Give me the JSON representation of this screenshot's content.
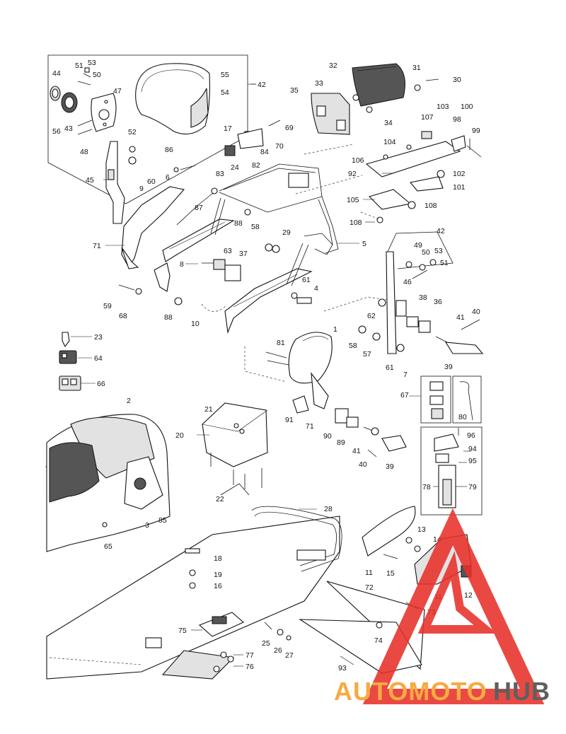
{
  "diagram": {
    "callouts": [
      {
        "id": "c42a",
        "text": "42"
      },
      {
        "id": "c44",
        "text": "44"
      },
      {
        "id": "c51a",
        "text": "51"
      },
      {
        "id": "c53a",
        "text": "53"
      },
      {
        "id": "c50a",
        "text": "50"
      },
      {
        "id": "c55",
        "text": "55"
      },
      {
        "id": "c54",
        "text": "54"
      },
      {
        "id": "c47",
        "text": "47"
      },
      {
        "id": "c56",
        "text": "56"
      },
      {
        "id": "c43",
        "text": "43"
      },
      {
        "id": "c48",
        "text": "48"
      },
      {
        "id": "c52",
        "text": "52"
      },
      {
        "id": "c45",
        "text": "45"
      },
      {
        "id": "c86",
        "text": "86"
      },
      {
        "id": "c6",
        "text": "6"
      },
      {
        "id": "c9",
        "text": "9"
      },
      {
        "id": "c60",
        "text": "60"
      },
      {
        "id": "c87",
        "text": "87"
      },
      {
        "id": "c71a",
        "text": "71"
      },
      {
        "id": "c17",
        "text": "17"
      },
      {
        "id": "c69",
        "text": "69"
      },
      {
        "id": "c70",
        "text": "70"
      },
      {
        "id": "c84",
        "text": "84"
      },
      {
        "id": "c24",
        "text": "24"
      },
      {
        "id": "c82",
        "text": "82"
      },
      {
        "id": "c83",
        "text": "83"
      },
      {
        "id": "c88a",
        "text": "88"
      },
      {
        "id": "c58a",
        "text": "58"
      },
      {
        "id": "c29",
        "text": "29"
      },
      {
        "id": "c5",
        "text": "5"
      },
      {
        "id": "c8",
        "text": "8"
      },
      {
        "id": "c63",
        "text": "63"
      },
      {
        "id": "c37",
        "text": "37"
      },
      {
        "id": "c59",
        "text": "59"
      },
      {
        "id": "c68",
        "text": "68"
      },
      {
        "id": "c88b",
        "text": "88"
      },
      {
        "id": "c10",
        "text": "10"
      },
      {
        "id": "c61a",
        "text": "61"
      },
      {
        "id": "c4",
        "text": "4"
      },
      {
        "id": "c32",
        "text": "32"
      },
      {
        "id": "c31",
        "text": "31"
      },
      {
        "id": "c30",
        "text": "30"
      },
      {
        "id": "c33",
        "text": "33"
      },
      {
        "id": "c35",
        "text": "35"
      },
      {
        "id": "c34",
        "text": "34"
      },
      {
        "id": "c103",
        "text": "103"
      },
      {
        "id": "c100",
        "text": "100"
      },
      {
        "id": "c107",
        "text": "107"
      },
      {
        "id": "c98",
        "text": "98"
      },
      {
        "id": "c99",
        "text": "99"
      },
      {
        "id": "c104",
        "text": "104"
      },
      {
        "id": "c106",
        "text": "106"
      },
      {
        "id": "c92",
        "text": "92"
      },
      {
        "id": "c102",
        "text": "102"
      },
      {
        "id": "c101",
        "text": "101"
      },
      {
        "id": "c105",
        "text": "105"
      },
      {
        "id": "c108a",
        "text": "108"
      },
      {
        "id": "c108b",
        "text": "108"
      },
      {
        "id": "c42b",
        "text": "42"
      },
      {
        "id": "c49",
        "text": "49"
      },
      {
        "id": "c50b",
        "text": "50"
      },
      {
        "id": "c53b",
        "text": "53"
      },
      {
        "id": "c51b",
        "text": "51"
      },
      {
        "id": "c46",
        "text": "46"
      },
      {
        "id": "c38",
        "text": "38"
      },
      {
        "id": "c36",
        "text": "36"
      },
      {
        "id": "c41a",
        "text": "41"
      },
      {
        "id": "c40a",
        "text": "40"
      },
      {
        "id": "c62",
        "text": "62"
      },
      {
        "id": "c58b",
        "text": "58"
      },
      {
        "id": "c57",
        "text": "57"
      },
      {
        "id": "c61b",
        "text": "61"
      },
      {
        "id": "c7",
        "text": "7"
      },
      {
        "id": "c39a",
        "text": "39"
      },
      {
        "id": "c1",
        "text": "1"
      },
      {
        "id": "c81",
        "text": "81"
      },
      {
        "id": "c23",
        "text": "23"
      },
      {
        "id": "c64",
        "text": "64"
      },
      {
        "id": "c66",
        "text": "66"
      },
      {
        "id": "c67",
        "text": "67"
      },
      {
        "id": "c80",
        "text": "80"
      },
      {
        "id": "c96",
        "text": "96"
      },
      {
        "id": "c94",
        "text": "94"
      },
      {
        "id": "c95",
        "text": "95"
      },
      {
        "id": "c78",
        "text": "78"
      },
      {
        "id": "c79",
        "text": "79"
      },
      {
        "id": "c2",
        "text": "2"
      },
      {
        "id": "c21",
        "text": "21"
      },
      {
        "id": "c20",
        "text": "20"
      },
      {
        "id": "c91",
        "text": "91"
      },
      {
        "id": "c71b",
        "text": "71"
      },
      {
        "id": "c90",
        "text": "90"
      },
      {
        "id": "c89",
        "text": "89"
      },
      {
        "id": "c41b",
        "text": "41"
      },
      {
        "id": "c40b",
        "text": "40"
      },
      {
        "id": "c39b",
        "text": "39"
      },
      {
        "id": "c22",
        "text": "22"
      },
      {
        "id": "c3",
        "text": "3"
      },
      {
        "id": "c85",
        "text": "85"
      },
      {
        "id": "c65",
        "text": "65"
      },
      {
        "id": "c28",
        "text": "28"
      },
      {
        "id": "c18",
        "text": "18"
      },
      {
        "id": "c19",
        "text": "19"
      },
      {
        "id": "c16",
        "text": "16"
      },
      {
        "id": "c13",
        "text": "13"
      },
      {
        "id": "c14",
        "text": "14"
      },
      {
        "id": "c15",
        "text": "15"
      },
      {
        "id": "c11a",
        "text": "11"
      },
      {
        "id": "c11b",
        "text": "11"
      },
      {
        "id": "c12",
        "text": "12"
      },
      {
        "id": "c72",
        "text": "72"
      },
      {
        "id": "c73",
        "text": "73"
      },
      {
        "id": "c74",
        "text": "74"
      },
      {
        "id": "c75",
        "text": "75"
      },
      {
        "id": "c25",
        "text": "25"
      },
      {
        "id": "c26",
        "text": "26"
      },
      {
        "id": "c27",
        "text": "27"
      },
      {
        "id": "c77",
        "text": "77"
      },
      {
        "id": "c76",
        "text": "76"
      },
      {
        "id": "c93",
        "text": "93"
      }
    ]
  },
  "watermark": {
    "brand_part1": "AUTOMOTO",
    "brand_part2": "HUB",
    "accent_color": "#e8302a",
    "text_color_1": "#f4a02a",
    "text_color_2": "#4a4a4a"
  }
}
